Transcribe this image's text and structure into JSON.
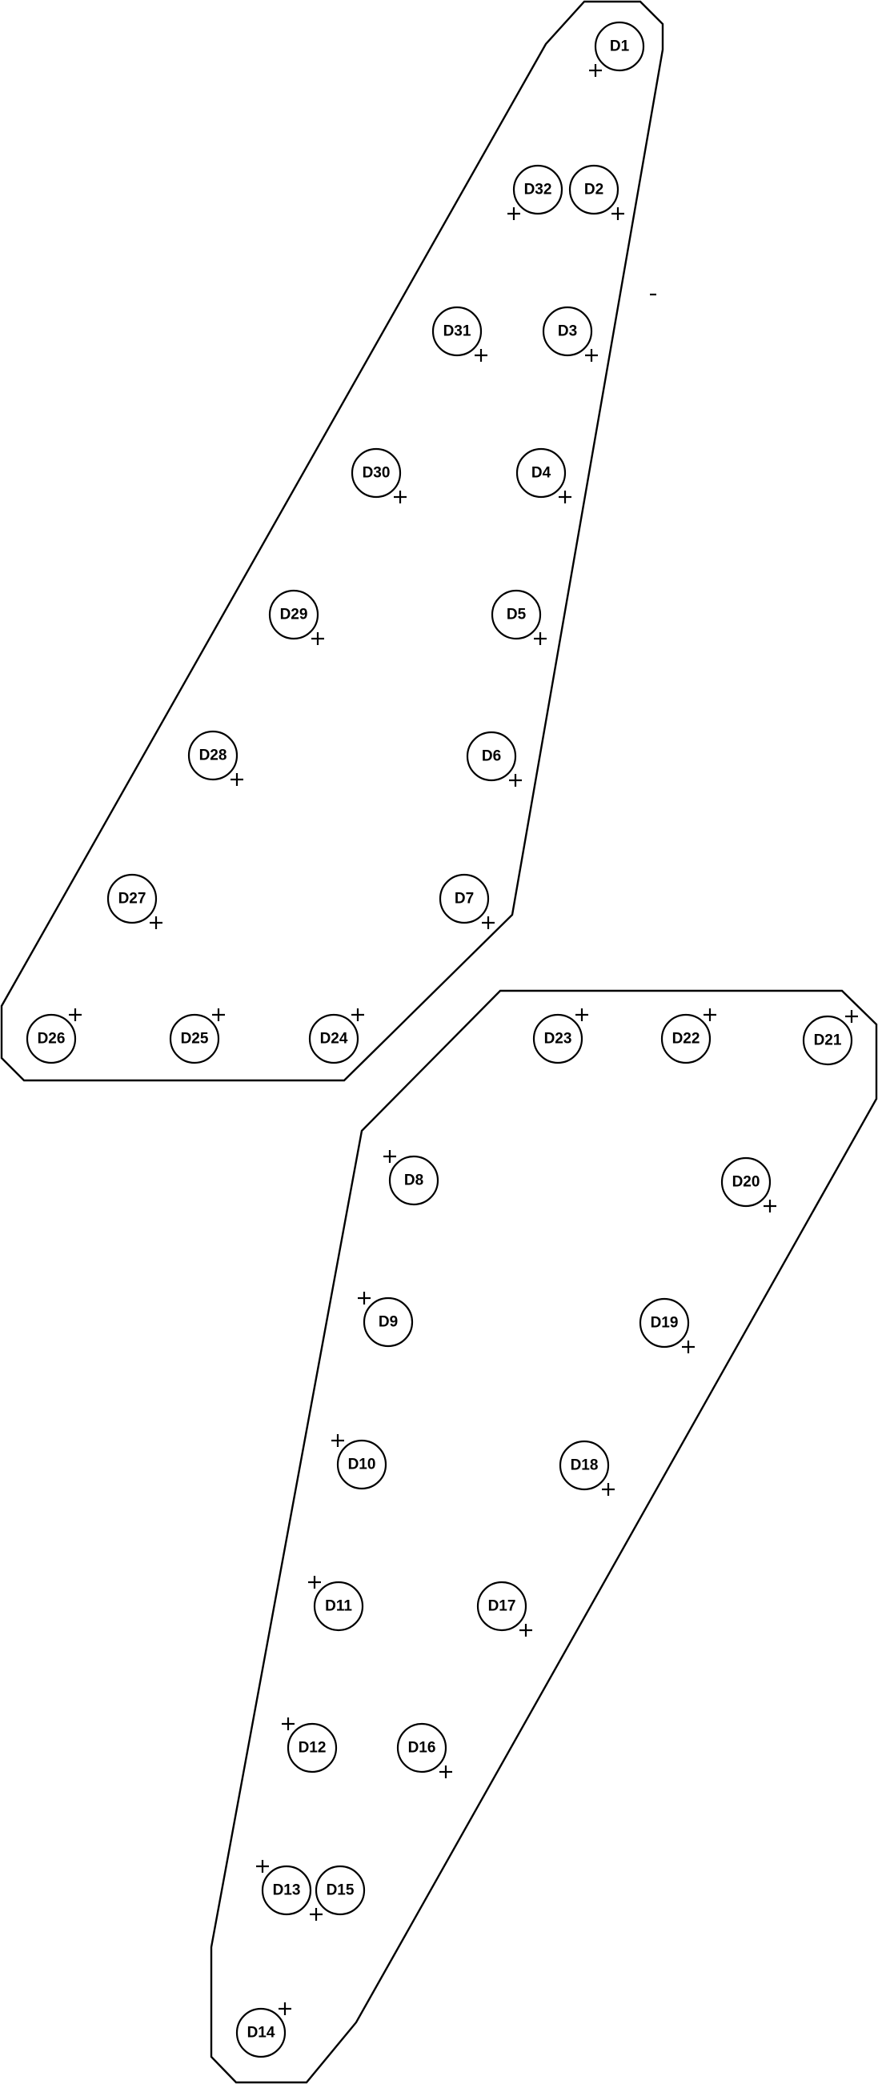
{
  "diagram": {
    "boards": [
      {
        "name": "upper-board"
      },
      {
        "name": "lower-board"
      }
    ],
    "pads": [
      {
        "id": "D1",
        "label": "D1",
        "polarity_mark": "+"
      },
      {
        "id": "D2",
        "label": "D2",
        "polarity_mark": "+"
      },
      {
        "id": "D3",
        "label": "D3",
        "polarity_mark": "+"
      },
      {
        "id": "D4",
        "label": "D4",
        "polarity_mark": "+"
      },
      {
        "id": "D5",
        "label": "D5",
        "polarity_mark": "+"
      },
      {
        "id": "D6",
        "label": "D6",
        "polarity_mark": "+"
      },
      {
        "id": "D7",
        "label": "D7",
        "polarity_mark": "+"
      },
      {
        "id": "D8",
        "label": "D8",
        "polarity_mark": "+"
      },
      {
        "id": "D9",
        "label": "D9",
        "polarity_mark": "+"
      },
      {
        "id": "D10",
        "label": "D10",
        "polarity_mark": "+"
      },
      {
        "id": "D11",
        "label": "D11",
        "polarity_mark": "+"
      },
      {
        "id": "D12",
        "label": "D12",
        "polarity_mark": "+"
      },
      {
        "id": "D13",
        "label": "D13",
        "polarity_mark": "+"
      },
      {
        "id": "D14",
        "label": "D14",
        "polarity_mark": "+"
      },
      {
        "id": "D15",
        "label": "D15",
        "polarity_mark": "+"
      },
      {
        "id": "D16",
        "label": "D16",
        "polarity_mark": "+"
      },
      {
        "id": "D17",
        "label": "D17",
        "polarity_mark": "+"
      },
      {
        "id": "D18",
        "label": "D18",
        "polarity_mark": "+"
      },
      {
        "id": "D19",
        "label": "D19",
        "polarity_mark": "+"
      },
      {
        "id": "D20",
        "label": "D20",
        "polarity_mark": "+"
      },
      {
        "id": "D21",
        "label": "D21",
        "polarity_mark": "+"
      },
      {
        "id": "D22",
        "label": "D22",
        "polarity_mark": "+"
      },
      {
        "id": "D23",
        "label": "D23",
        "polarity_mark": "+"
      },
      {
        "id": "D24",
        "label": "D24",
        "polarity_mark": "+"
      },
      {
        "id": "D25",
        "label": "D25",
        "polarity_mark": "+"
      },
      {
        "id": "D26",
        "label": "D26",
        "polarity_mark": "+"
      },
      {
        "id": "D27",
        "label": "D27",
        "polarity_mark": "+"
      },
      {
        "id": "D28",
        "label": "D28",
        "polarity_mark": "+"
      },
      {
        "id": "D29",
        "label": "D29",
        "polarity_mark": "+"
      },
      {
        "id": "D30",
        "label": "D30",
        "polarity_mark": "+"
      },
      {
        "id": "D31",
        "label": "D31",
        "polarity_mark": "+"
      },
      {
        "id": "D32",
        "label": "D32",
        "polarity_mark": "+"
      }
    ],
    "stray_marks": [
      {
        "name": "minus-mark",
        "symbol": "-"
      }
    ]
  }
}
